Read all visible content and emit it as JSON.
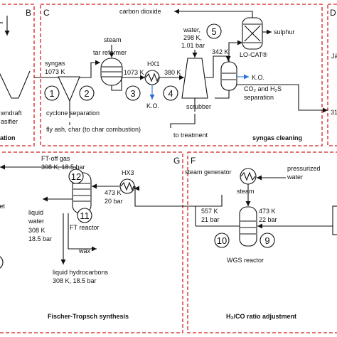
{
  "sections": {
    "B": {
      "letter": "B",
      "label_1": "wndraft",
      "label_2": "asifier",
      "caption": "ation"
    },
    "C": {
      "letter": "C",
      "caption": "syngas cleaning"
    },
    "D": {
      "letter": "D",
      "clip_1": "Jä",
      "clip_2": "31"
    },
    "E": {
      "clip": "tet"
    },
    "F": {
      "letter": "F",
      "caption": "H₂/CO ratio adjustment"
    },
    "G": {
      "letter": "G",
      "caption": "Fischer-Tropsch synthesis"
    }
  },
  "nodes": {
    "n1": "1",
    "n2": "2",
    "n3": "3",
    "n4": "4",
    "n5": "5",
    "n9": "9",
    "n10": "10",
    "n11": "11",
    "n12": "12"
  },
  "labels": {
    "carbon_dioxide": "carbon dioxide",
    "steam_top": "steam",
    "tar_reformer": "tar reformer",
    "syngas": "syngas",
    "syngas_temp": "1073 K",
    "reformer_out_temp": "1073 K",
    "hx1": "HX1",
    "hx1_out_temp": "380 K",
    "ko_hx1": "K.O.",
    "water": "water,",
    "water_temp": "298 K,",
    "water_press": "1.01 bar",
    "temp_342": "342 K",
    "sulphur": "sulphur",
    "lo_cat": "LO-CAT®",
    "ko_sep": "K.O.",
    "co2_h2s_1": "CO₂ and H₂S",
    "co2_h2s_2": "separation",
    "cyclone": "cyclone separation",
    "fly_ash": "fly ash, char (to char combustion)",
    "scrubber": "scrubber",
    "to_treatment": "to treatment",
    "ft_off_gas": "FT-off gas",
    "ft_off_gas_cond": "308 K, 18.5 bar",
    "temp_473_g": "473 K",
    "press_20": "20 bar",
    "hx3": "HX3",
    "liquid_water": "liquid",
    "liquid_water_2": "water",
    "lw_temp": "308 K",
    "lw_press": "18.5 bar",
    "ft_reactor": "FT reactor",
    "wax": "wax",
    "liquid_hc": "liquid hydrocarbons",
    "liquid_hc_cond": "308 K, 18.5 bar",
    "steam_generator": "steam generator",
    "pressurized": "pressurized",
    "pressurized_2": "water",
    "steam_f": "steam",
    "temp_557": "557 K",
    "press_21": "21 bar",
    "temp_473_f": "473 K",
    "press_22": "22 bar",
    "wgs_reactor": "WGS reactor"
  },
  "colors": {
    "section_border": "#d42020",
    "knockout_arrow": "#2a6fd6",
    "knockout_text": "#1f5fb5"
  },
  "icons": [
    "cyclone-icon",
    "reactor-vessel-icon",
    "heat-exchanger-icon",
    "scrubber-icon",
    "lo-cat-vessel-icon",
    "separator-icon"
  ]
}
